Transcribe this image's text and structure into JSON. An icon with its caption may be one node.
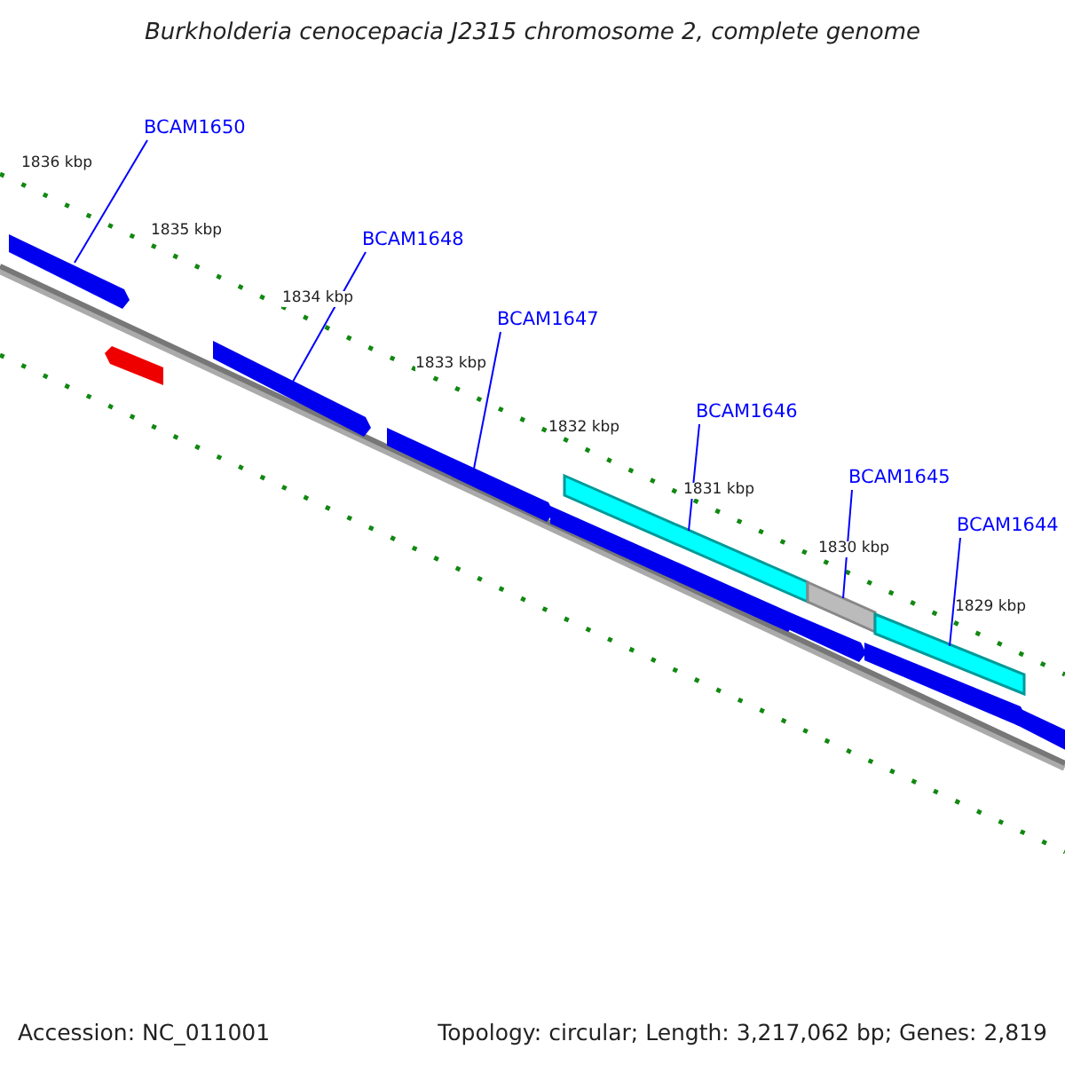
{
  "diagram": {
    "title": "Burkholderia cenocepacia J2315 chromosome 2, complete genome",
    "nodes": [
      {
        "text": [
          "BCAM1650"
        ]
      },
      {
        "text": [
          "BCAM1648"
        ]
      },
      {
        "text": [
          "BCAM1647"
        ]
      },
      {
        "text": [
          "BCAM1646"
        ]
      },
      {
        "text": [
          "BCAM1645"
        ]
      },
      {
        "text": [
          "BCAM1644"
        ]
      },
      {
        "text": [],
        "shape": "bar"
      },
      {
        "text": [],
        "shape": "bar"
      },
      {
        "text": [],
        "shape": "bar"
      },
      {
        "text": [],
        "shape": "bar"
      },
      {
        "text": [],
        "shape": "bar"
      },
      {
        "text": [],
        "shape": "bar"
      },
      {
        "text": [],
        "shape": "bar"
      },
      {
        "text": [],
        "shape": "bar"
      },
      {
        "text": [],
        "shape": "bar"
      },
      {
        "text": [],
        "shape": "bar"
      },
      {
        "text": [],
        "shape": "bar"
      }
    ],
    "edges": [
      {
        "from": 0,
        "to": 6,
        "arrow": "none"
      },
      {
        "from": 1,
        "to": 8,
        "arrow": "none"
      },
      {
        "from": 2,
        "to": 9,
        "arrow": "none"
      },
      {
        "from": 3,
        "to": 10,
        "arrow": "none"
      },
      {
        "from": 4,
        "to": 12,
        "arrow": "none"
      },
      {
        "from": 5,
        "to": 14,
        "arrow": "none"
      }
    ],
    "labels": [
      "1836 kbp",
      "1835 kbp",
      "1834 kbp",
      "1833 kbp",
      "1832 kbp",
      "1831 kbp",
      "1830 kbp",
      "1829 kbp",
      "Accession: NC_011001",
      "Topology: circular; Length: 3,217,062 bp; Genes: 2,819"
    ]
  }
}
